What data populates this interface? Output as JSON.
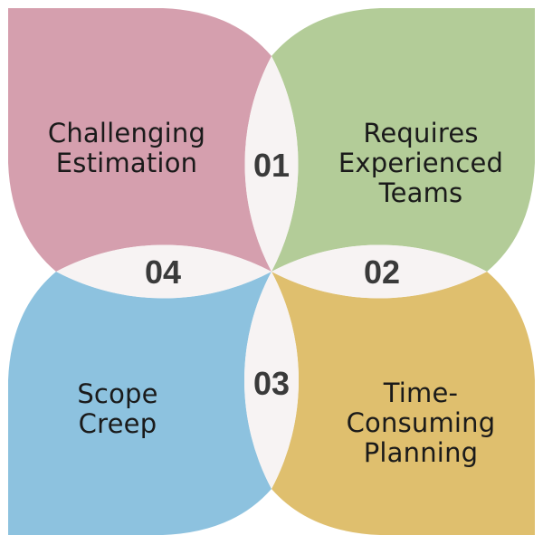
{
  "diagram": {
    "type": "four-petal-cycle",
    "background_color": "#ffffff",
    "lens_color": "#f7f3f3",
    "number_color": "#3a3a3a",
    "label_color": "#1a1a1a",
    "items": [
      {
        "number": "01",
        "label": "Challenging\nEstimation",
        "color": "#d59fae",
        "position": "top-left"
      },
      {
        "number": "02",
        "label": "Requires\nExperienced\nTeams",
        "color": "#b3cc98",
        "position": "top-right"
      },
      {
        "number": "03",
        "label": "Time-\nConsuming\nPlanning",
        "color": "#dfbf6e",
        "position": "bottom-right"
      },
      {
        "number": "04",
        "label": "Scope\nCreep",
        "color": "#8dc2df",
        "position": "bottom-left"
      }
    ]
  }
}
